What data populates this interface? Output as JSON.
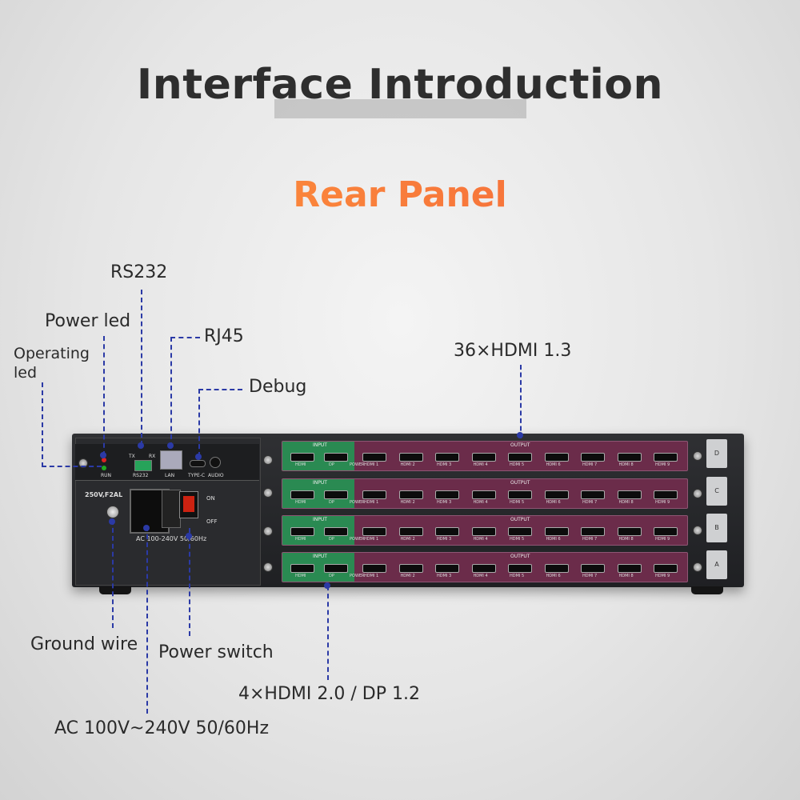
{
  "header": {
    "title": "Interface Introduction",
    "subtitle": "Rear Panel"
  },
  "callouts": {
    "rs232": "RS232",
    "power_led": "Power led",
    "operating_led": "Operating\nled",
    "rj45": "RJ45",
    "debug": "Debug",
    "hdmi_out": "36×HDMI 1.3",
    "ground_wire": "Ground wire",
    "power_switch": "Power switch",
    "hdmi_in": "4×HDMI 2.0 / DP 1.2",
    "ac_power": "AC 100V~240V 50/60Hz"
  },
  "device": {
    "fuse_label": "250V,F2AL",
    "ac_label": "AC 100-240V 50/60Hz",
    "switch_on": "ON",
    "switch_off": "OFF",
    "port_labels": {
      "run": "RUN",
      "tx": "TX",
      "rx": "RX",
      "rs232": "RS232",
      "lan": "LAN",
      "typec": "TYPE-C",
      "audio": "AUDIO"
    },
    "input_label": "INPUT",
    "output_label": "OUTPUT",
    "power_label": "POWER",
    "input_ports": [
      "HDMI",
      "DP"
    ],
    "output_ports": [
      "HDMI 1",
      "HDMI 2",
      "HDMI 3",
      "HDMI 4",
      "HDMI 5",
      "HDMI 6",
      "HDMI 7",
      "HDMI 8",
      "HDMI 9"
    ],
    "card_tabs": [
      "D",
      "C",
      "B",
      "A"
    ]
  },
  "colors": {
    "leader": "#2b3aa6",
    "accent_from": "#ff9a3c",
    "accent_to": "#f2603a",
    "input_card": "#2a8a52",
    "output_card": "#6b2c4a"
  }
}
